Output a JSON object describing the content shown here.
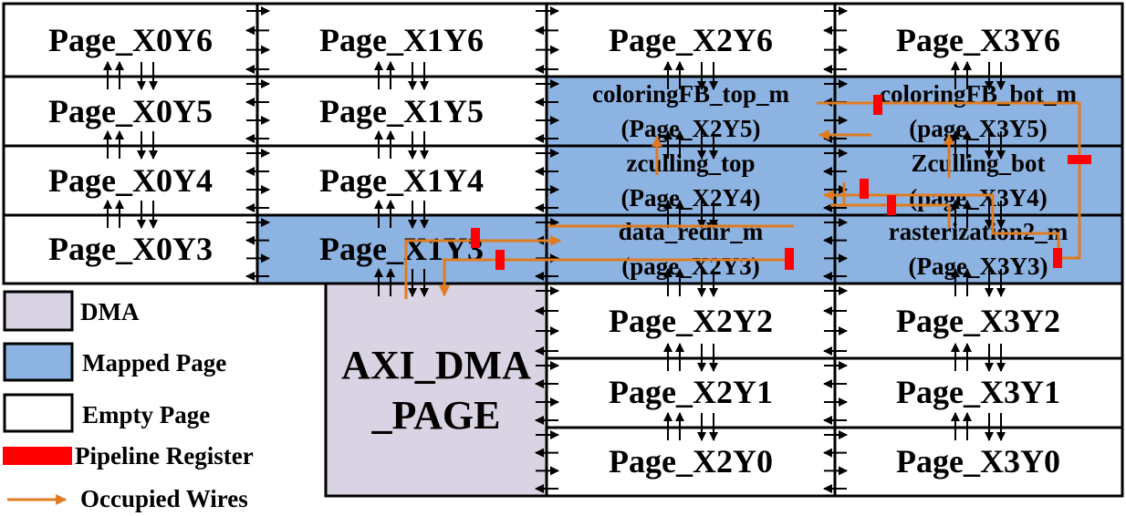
{
  "colors": {
    "mapped": "#8db3e2",
    "dma": "#d9d3e3",
    "empty": "#ffffff",
    "register": "#ff0000",
    "wire": "#e07b20",
    "line": "#000000"
  },
  "pages": {
    "x0y6": "Page_X0Y6",
    "x1y6": "Page_X1Y6",
    "x2y6": "Page_X2Y6",
    "x3y6": "Page_X3Y6",
    "x0y5": "Page_X0Y5",
    "x1y5": "Page_X1Y5",
    "x0y4": "Page_X0Y4",
    "x1y4": "Page_X1Y4",
    "x0y3": "Page_X0Y3",
    "x1y3": "Page_X1Y3",
    "x2y2": "Page_X2Y2",
    "x3y2": "Page_X3Y2",
    "x2y1": "Page_X2Y1",
    "x3y1": "Page_X3Y1",
    "x2y0": "Page_X2Y0",
    "x3y0": "Page_X3Y0"
  },
  "modules": {
    "coloring_top": {
      "name": "coloringFB_top_m",
      "page": "(Page_X2Y5)"
    },
    "coloring_bot": {
      "name": "coloringFB_bot_m",
      "page": "(page_X3Y5)"
    },
    "zculling_top": {
      "name": "zculling_top",
      "page": "(Page_X2Y4)"
    },
    "zculling_bot": {
      "name": "Zculling_bot",
      "page": "(page_X3Y4)"
    },
    "data_redir": {
      "name": "data_redir_m",
      "page": "(page_X2Y3)"
    },
    "rasterization": {
      "name": "rasterization2_m",
      "page": "(Page_X3Y3)"
    }
  },
  "dma_block": {
    "line1": "AXI_DMA",
    "line2": "_PAGE"
  },
  "legend": {
    "dma": "DMA",
    "mapped": "Mapped Page",
    "empty": "Empty Page",
    "register": "Pipeline Register",
    "wires": "Occupied Wires"
  }
}
